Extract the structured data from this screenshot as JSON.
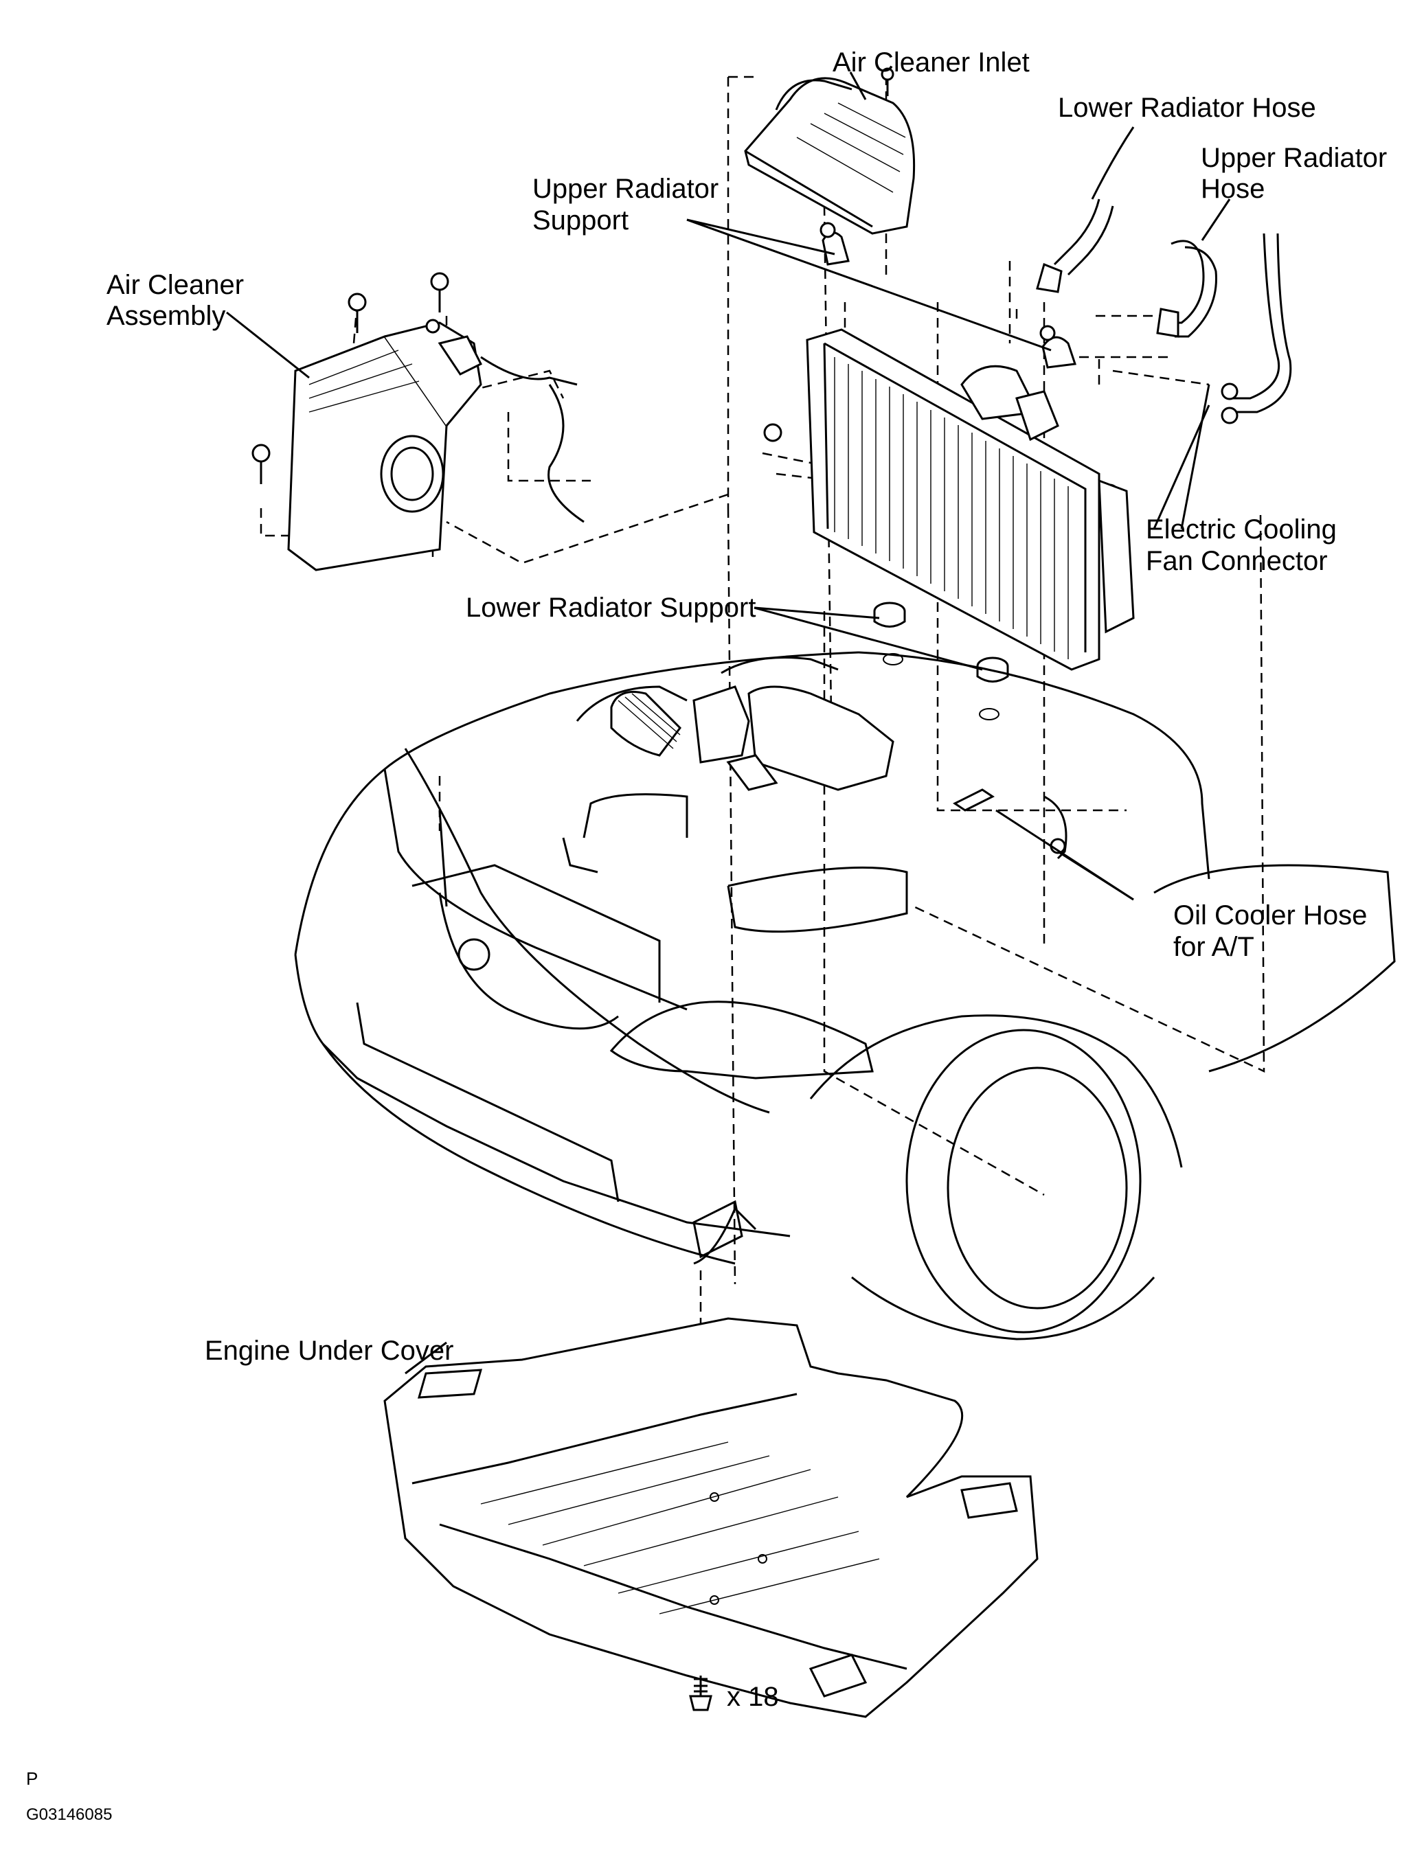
{
  "labels": {
    "air_cleaner_inlet": "Air Cleaner Inlet",
    "lower_radiator_hose": "Lower Radiator Hose",
    "upper_radiator_hose_1": "Upper Radiator",
    "upper_radiator_hose_2": "Hose",
    "upper_radiator_support_1": "Upper Radiator",
    "upper_radiator_support_2": "Support",
    "air_cleaner_assembly_1": "Air Cleaner",
    "air_cleaner_assembly_2": "Assembly",
    "electric_cooling_fan_1": "Electric Cooling",
    "electric_cooling_fan_2": "Fan Connector",
    "lower_radiator_support": "Lower Radiator Support",
    "oil_cooler_hose_1": "Oil Cooler Hose",
    "oil_cooler_hose_2": "for A/T",
    "engine_under_cover": "Engine Under Cover",
    "bolt_count": "x 18"
  },
  "footer": {
    "page_marker": "P",
    "figure_code": "G03146085"
  }
}
